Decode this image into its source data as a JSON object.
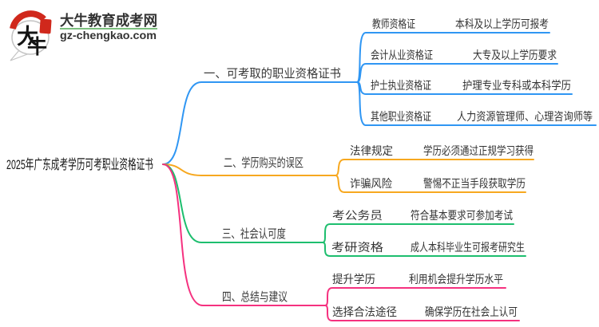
{
  "site": {
    "brand_color": "#2e9632",
    "accent_red": "#d0281c",
    "logo": {
      "mark_char_top": "大",
      "mark_char_bottom": "牛",
      "name": "大牛教育成考网",
      "domain": "gz-chengkao.com"
    }
  },
  "mindmap": {
    "root": "2025年广东成考学历可考职业资格证书",
    "branches": [
      {
        "label": "一、可考取的职业资格证书",
        "color": "#2f96f3",
        "children": [
          {
            "label": "教师资格证",
            "desc": "本科及以上学历可报考"
          },
          {
            "label": "会计从业资格证",
            "desc": "大专及以上学历要求"
          },
          {
            "label": "护士执业资格证",
            "desc": "护理专业专科或本科学历"
          },
          {
            "label": "其他职业资格证",
            "desc": "人力资源管理师、心理咨询师等"
          }
        ]
      },
      {
        "label": "二、学历购买的误区",
        "color": "#f7a81f",
        "children": [
          {
            "label": "法律规定",
            "desc": "学历必须通过正规学习获得"
          },
          {
            "label": "诈骗风险",
            "desc": "警惕不正当手段获取学历"
          }
        ]
      },
      {
        "label": "三、社会认可度",
        "color": "#1dbe6e",
        "children": [
          {
            "label": "考公务员",
            "desc": "符合基本要求可参加考试"
          },
          {
            "label": "考研资格",
            "desc": "成人本科毕业生可报考研究生"
          }
        ]
      },
      {
        "label": "四、总结与建议",
        "color": "#f5317f",
        "children": [
          {
            "label": "提升学历",
            "desc": "利用机会提升学历水平"
          },
          {
            "label": "选择合法途径",
            "desc": "确保学历在社会上认可"
          }
        ]
      }
    ]
  }
}
